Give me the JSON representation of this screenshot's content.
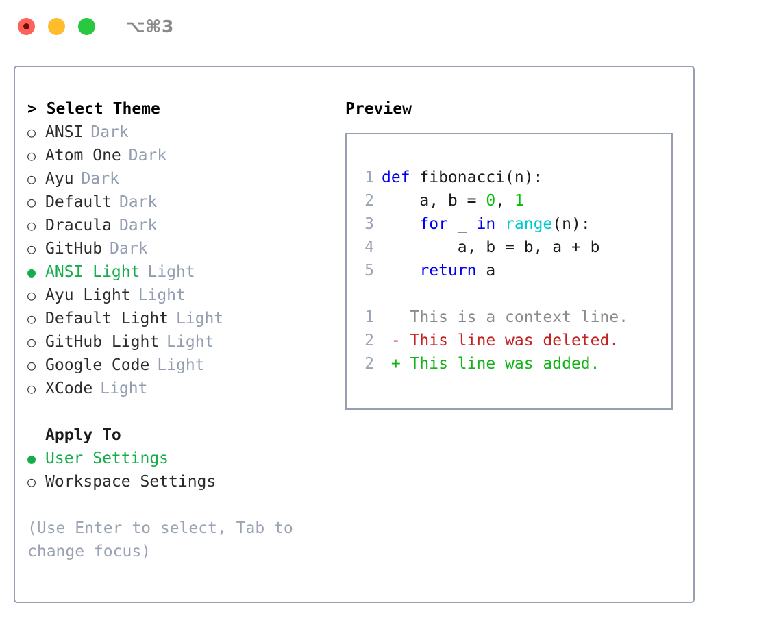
{
  "titlebar": {
    "shortcut": "⌥⌘3",
    "lights": [
      "close",
      "minimize",
      "maximize"
    ]
  },
  "theme_panel": {
    "heading": "> Select Theme",
    "marker_selected": "●",
    "marker_unselected": "○",
    "items": [
      {
        "name": "ANSI",
        "variant": "Dark",
        "selected": false
      },
      {
        "name": "Atom One",
        "variant": "Dark",
        "selected": false
      },
      {
        "name": "Ayu",
        "variant": "Dark",
        "selected": false
      },
      {
        "name": "Default",
        "variant": "Dark",
        "selected": false
      },
      {
        "name": "Dracula",
        "variant": "Dark",
        "selected": false
      },
      {
        "name": "GitHub",
        "variant": "Dark",
        "selected": false
      },
      {
        "name": "ANSI Light",
        "variant": "Light",
        "selected": true
      },
      {
        "name": "Ayu Light",
        "variant": "Light",
        "selected": false
      },
      {
        "name": "Default Light",
        "variant": "Light",
        "selected": false
      },
      {
        "name": "GitHub Light",
        "variant": "Light",
        "selected": false
      },
      {
        "name": "Google Code",
        "variant": "Light",
        "selected": false
      },
      {
        "name": "XCode",
        "variant": "Light",
        "selected": false
      }
    ]
  },
  "apply_to": {
    "heading": "Apply To",
    "items": [
      {
        "name": "User Settings",
        "selected": true
      },
      {
        "name": "Workspace Settings",
        "selected": false
      }
    ]
  },
  "hint": "(Use Enter to select, Tab to change focus)",
  "preview": {
    "heading": "Preview",
    "code_lines": [
      {
        "num": "1",
        "tokens": [
          {
            "t": "def",
            "c": "kw"
          },
          {
            "t": " fibonacci(n):",
            "c": "pl"
          }
        ]
      },
      {
        "num": "2",
        "tokens": [
          {
            "t": "    a, b = ",
            "c": "pl"
          },
          {
            "t": "0",
            "c": "num"
          },
          {
            "t": ", ",
            "c": "pl"
          },
          {
            "t": "1",
            "c": "num"
          }
        ]
      },
      {
        "num": "3",
        "tokens": [
          {
            "t": "    ",
            "c": "pl"
          },
          {
            "t": "for",
            "c": "kw"
          },
          {
            "t": " _ ",
            "c": "pl"
          },
          {
            "t": "in",
            "c": "kw"
          },
          {
            "t": " ",
            "c": "pl"
          },
          {
            "t": "range",
            "c": "fn"
          },
          {
            "t": "(n):",
            "c": "pl"
          }
        ]
      },
      {
        "num": "4",
        "tokens": [
          {
            "t": "        a, b = b, a + b",
            "c": "pl"
          }
        ]
      },
      {
        "num": "5",
        "tokens": [
          {
            "t": "    ",
            "c": "pl"
          },
          {
            "t": "return",
            "c": "kw"
          },
          {
            "t": " a",
            "c": "pl"
          }
        ]
      }
    ],
    "diff_lines": [
      {
        "num": "1",
        "sign": " ",
        "text": " This is a context line.",
        "kind": "ctx"
      },
      {
        "num": "2",
        "sign": "-",
        "text": " This line was deleted.",
        "kind": "del"
      },
      {
        "num": "2",
        "sign": "+",
        "text": " This line was added.",
        "kind": "add"
      }
    ]
  },
  "colors": {
    "accent_green": "#15ad4c",
    "muted_gray": "#929db0",
    "border": "#96a0b2",
    "keyword_blue": "#0000ee",
    "number_green": "#00c000",
    "builtin_cyan": "#00cccc",
    "diff_delete_red": "#c42121",
    "diff_add_green": "#14b317",
    "diff_context_gray": "#8b8b8b",
    "light_red": "#ff6159",
    "light_yellow": "#ffbd2e",
    "light_green": "#28c840"
  }
}
